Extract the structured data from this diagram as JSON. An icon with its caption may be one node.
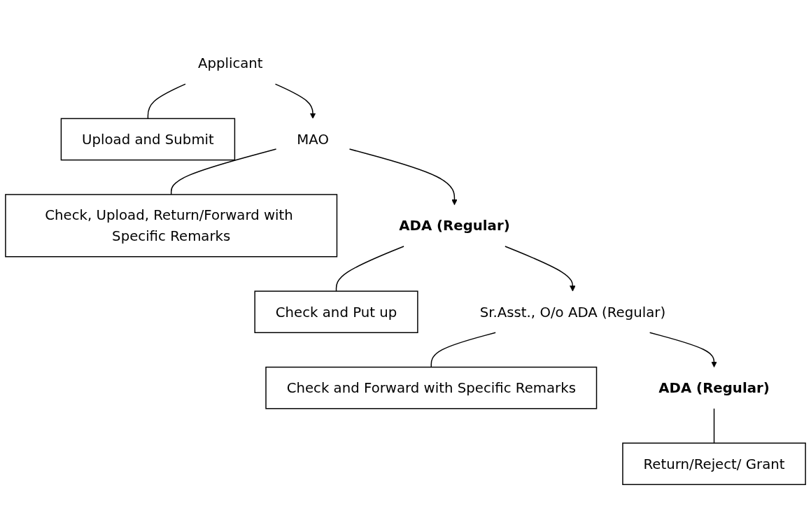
{
  "diagram": {
    "nodes": [
      {
        "text": [
          "Applicant"
        ]
      },
      {
        "text": [
          "Upload and Submit"
        ]
      },
      {
        "text": [
          "MAO"
        ]
      },
      {
        "text": [
          "Check, Upload, Return/Forward with Specific Remarks"
        ]
      },
      {
        "text": [
          "ADA (Regular)"
        ]
      },
      {
        "text": [
          "Check and Put up"
        ]
      },
      {
        "text": [
          "Sr.Asst., O/o ADA (Regular)"
        ]
      },
      {
        "text": [
          "Check and Forward with Specific Remarks"
        ]
      },
      {
        "text": [
          "ADA (Regular)"
        ]
      },
      {
        "text": [
          "Return/Reject/ Grant"
        ]
      }
    ],
    "edges": [
      {
        "from": 0,
        "to": 1,
        "arrow": "none"
      },
      {
        "from": 0,
        "to": 2,
        "arrow": "to"
      },
      {
        "from": 2,
        "to": 3,
        "arrow": "none"
      },
      {
        "from": 2,
        "to": 4,
        "arrow": "to"
      },
      {
        "from": 4,
        "to": 5,
        "arrow": "none"
      },
      {
        "from": 4,
        "to": 6,
        "arrow": "to"
      },
      {
        "from": 6,
        "to": 7,
        "arrow": "none"
      },
      {
        "from": 6,
        "to": 8,
        "arrow": "to"
      },
      {
        "from": 8,
        "to": 9,
        "arrow": "none"
      }
    ]
  }
}
